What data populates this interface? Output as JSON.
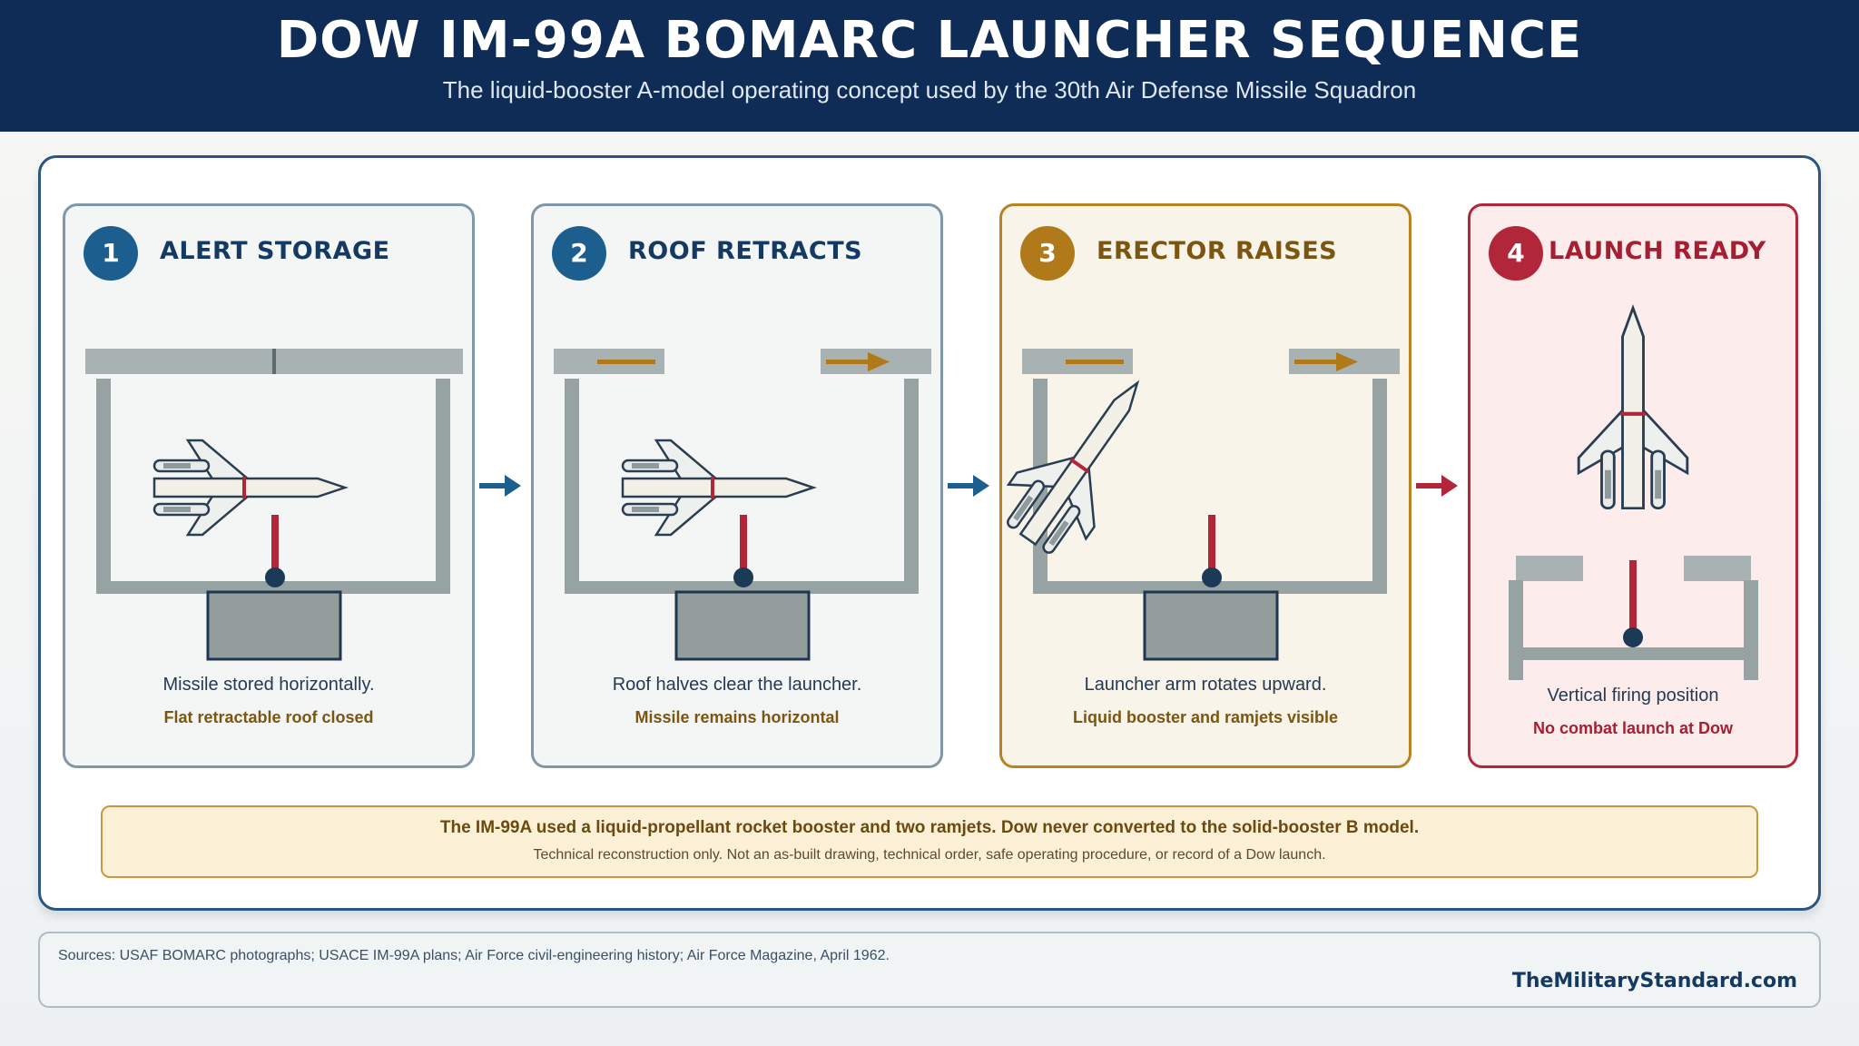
{
  "header": {
    "title": "DOW IM-99A BOMARC LAUNCHER SEQUENCE",
    "subtitle": "The liquid-booster A-model operating concept used by the 30th Air Defense Missile Squadron"
  },
  "steps": [
    {
      "number": "1",
      "title": "ALERT STORAGE",
      "caption": "Missile stored horizontally.",
      "note": "Flat retractable roof closed"
    },
    {
      "number": "2",
      "title": "ROOF RETRACTS",
      "caption": "Roof halves clear the launcher.",
      "note": "Missile remains horizontal"
    },
    {
      "number": "3",
      "title": "ERECTOR RAISES",
      "caption": "Launcher arm rotates upward.",
      "note": "Liquid booster and ramjets visible"
    },
    {
      "number": "4",
      "title": "LAUNCH READY",
      "caption": "Vertical firing position",
      "note": "No combat launch at Dow"
    }
  ],
  "note_box": {
    "main": "The IM-99A used a liquid-propellant rocket booster and two ramjets. Dow never converted to the solid-booster B model.",
    "sub": "Technical reconstruction only. Not an as-built drawing, technical order, safe operating procedure, or record of a Dow launch."
  },
  "footer": {
    "sources": "Sources: USAF BOMARC photographs; USACE IM-99A plans; Air Force civil-engineering history; Air Force Magazine, April 1962.",
    "brand": "TheMilitaryStandard.com"
  },
  "colors": {
    "navy": "#0f2c56",
    "steel_blue": "#1c5f8e",
    "amber": "#b07919",
    "crimson": "#b2263a"
  },
  "icons": [
    "arrow-right-icon",
    "missile-icon",
    "roof-open-arrow-icon"
  ]
}
